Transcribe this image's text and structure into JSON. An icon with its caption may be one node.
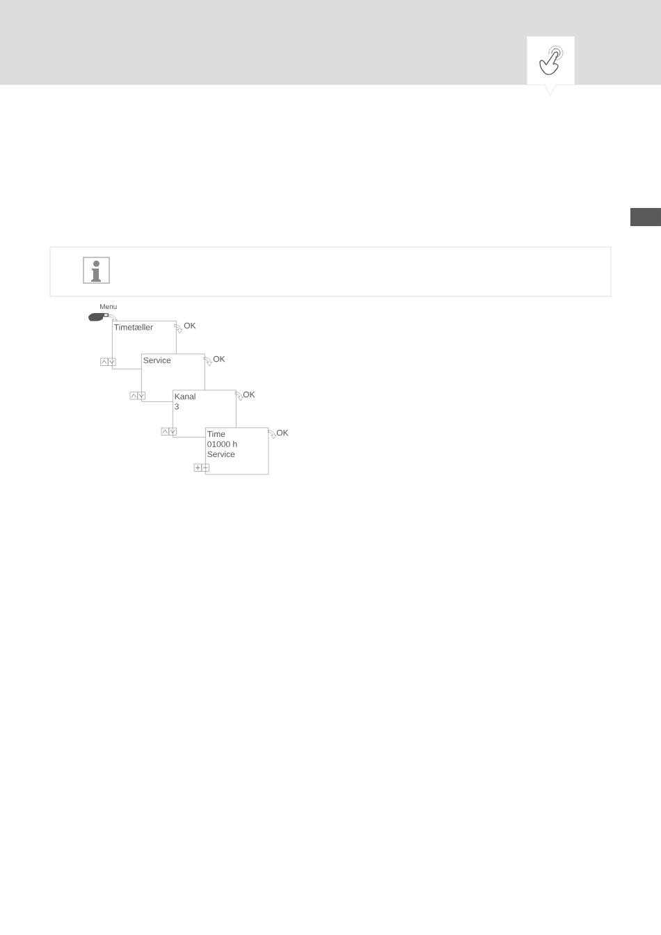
{
  "diagram": {
    "nodes": [
      {
        "text": [
          "Timetæller"
        ],
        "beside": [
          "OK"
        ]
      },
      {
        "text": [
          "Service"
        ],
        "beside": [
          "OK"
        ]
      },
      {
        "text": [
          "Kanal",
          "3"
        ],
        "beside": [
          "OK"
        ]
      },
      {
        "text": [
          "Time",
          "01000 h",
          "Service"
        ],
        "beside": [
          "OK"
        ]
      }
    ],
    "labels": [
      "Menu"
    ]
  }
}
